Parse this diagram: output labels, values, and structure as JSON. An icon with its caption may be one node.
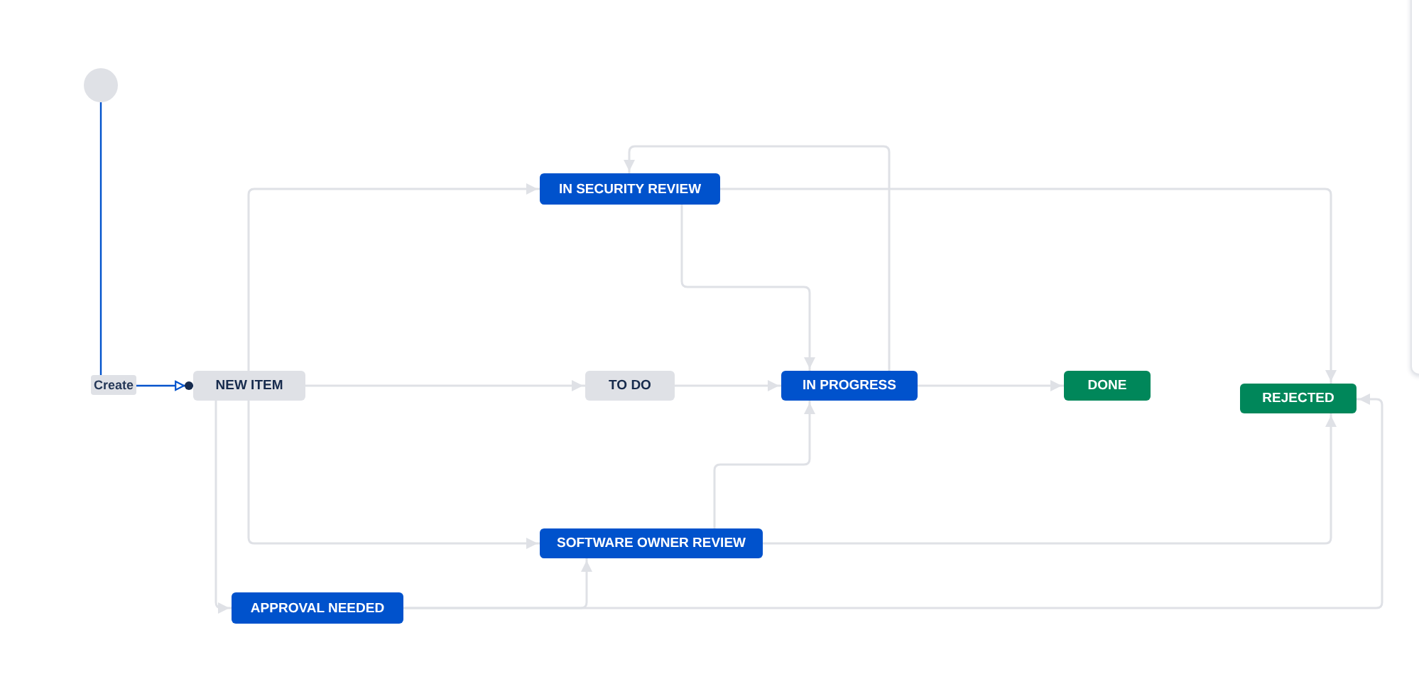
{
  "diagram": {
    "nodes": [
      {
        "text": [],
        "shape": "circle"
      },
      {
        "text": [
          "IN SECURITY REVIEW"
        ]
      },
      {
        "text": [
          "NEW ITEM"
        ]
      },
      {
        "text": [
          "TO DO"
        ]
      },
      {
        "text": [
          "IN PROGRESS"
        ]
      },
      {
        "text": [
          "DONE"
        ]
      },
      {
        "text": [
          "REJECTED"
        ]
      },
      {
        "text": [
          "SOFTWARE OWNER REVIEW"
        ]
      },
      {
        "text": [
          "APPROVAL NEEDED"
        ]
      }
    ],
    "edges": [
      {
        "from": 0,
        "to": 2,
        "arrow": "to",
        "label": "Create",
        "color": "#0052cc"
      },
      {
        "from": 2,
        "to": 3,
        "arrow": "to"
      },
      {
        "from": 3,
        "to": 4,
        "arrow": "to"
      },
      {
        "from": 4,
        "to": 5,
        "arrow": "to"
      },
      {
        "from": 2,
        "to": 1,
        "arrow": "to"
      },
      {
        "from": 2,
        "to": 7,
        "arrow": "to"
      },
      {
        "from": 2,
        "to": 8,
        "arrow": "to"
      },
      {
        "from": 1,
        "to": 4,
        "arrow": "to"
      },
      {
        "from": 4,
        "to": 1,
        "arrow": "to"
      },
      {
        "from": 1,
        "to": 6,
        "arrow": "to"
      },
      {
        "from": 7,
        "to": 4,
        "arrow": "to"
      },
      {
        "from": 7,
        "to": 6,
        "arrow": "to"
      },
      {
        "from": 8,
        "to": 7,
        "arrow": "to"
      },
      {
        "from": 8,
        "to": 6,
        "arrow": "to"
      }
    ]
  }
}
